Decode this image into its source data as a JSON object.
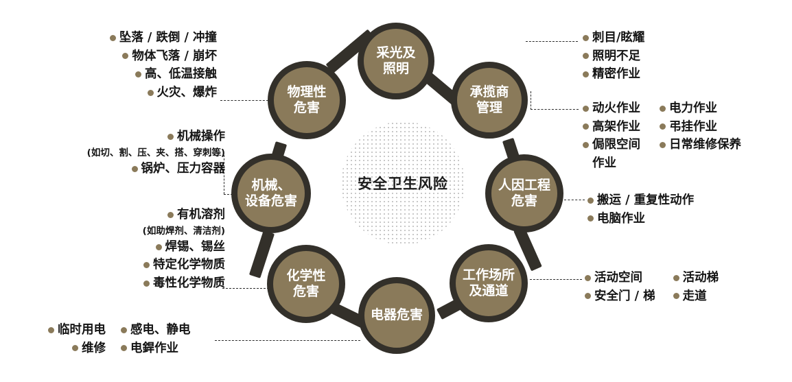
{
  "diagram": {
    "center": {
      "label": "安全卫生风险"
    },
    "colors": {
      "node_fill": "#8a7a5a",
      "node_ring": "#33302a",
      "bullet": "#8a7a5a",
      "text": "#141414",
      "node_text": "#ffffff",
      "dot_pattern": "#c4c4c4"
    },
    "nodes": [
      {
        "id": "lighting",
        "label": "采光及\n照明"
      },
      {
        "id": "contractor",
        "label": "承揽商\n管理"
      },
      {
        "id": "ergonomics",
        "label": "人因工程\n危害"
      },
      {
        "id": "workplace",
        "label": "工作场所\n及通道"
      },
      {
        "id": "electrical",
        "label": "电器危害"
      },
      {
        "id": "chemical",
        "label": "化学性\n危害"
      },
      {
        "id": "machinery",
        "label": "机械、\n设备危害"
      },
      {
        "id": "physical",
        "label": "物理性\n危害"
      }
    ],
    "groups": {
      "physical": {
        "items": [
          "坠落 / 跌倒 / 冲撞",
          "物体飞落 / 崩坏",
          "高、低温接触",
          "火灾、爆炸"
        ]
      },
      "machinery": {
        "items": [
          "机械操作",
          "锅炉、压力容器"
        ],
        "note": "(如切、割、压、夹、搭、穿刺等)"
      },
      "chemical": {
        "items": [
          "有机溶剂",
          "焊锡、锡丝",
          "特定化学物质",
          "毒性化学物质"
        ],
        "note": "(如助焊剂、清洁剂)"
      },
      "electrical": {
        "col_left": [
          "临时用电",
          "维修"
        ],
        "col_right": [
          "感电、静电",
          "电銲作业"
        ]
      },
      "lighting": {
        "items": [
          "刺目/眩耀",
          "照明不足",
          "精密作业"
        ]
      },
      "contractor": {
        "col_left": [
          "动火作业",
          "高架作业",
          "侷限空间"
        ],
        "col_left_cont": "作业",
        "col_right": [
          "电力作业",
          "弔挂作业",
          "日常维修保养"
        ]
      },
      "ergonomics": {
        "items": [
          "搬运 / 重复性动作",
          "电脑作业"
        ]
      },
      "workplace": {
        "col_left": [
          "活动空间",
          "安全门 / 梯"
        ],
        "col_right": [
          "活动梯",
          "走道"
        ]
      }
    }
  }
}
